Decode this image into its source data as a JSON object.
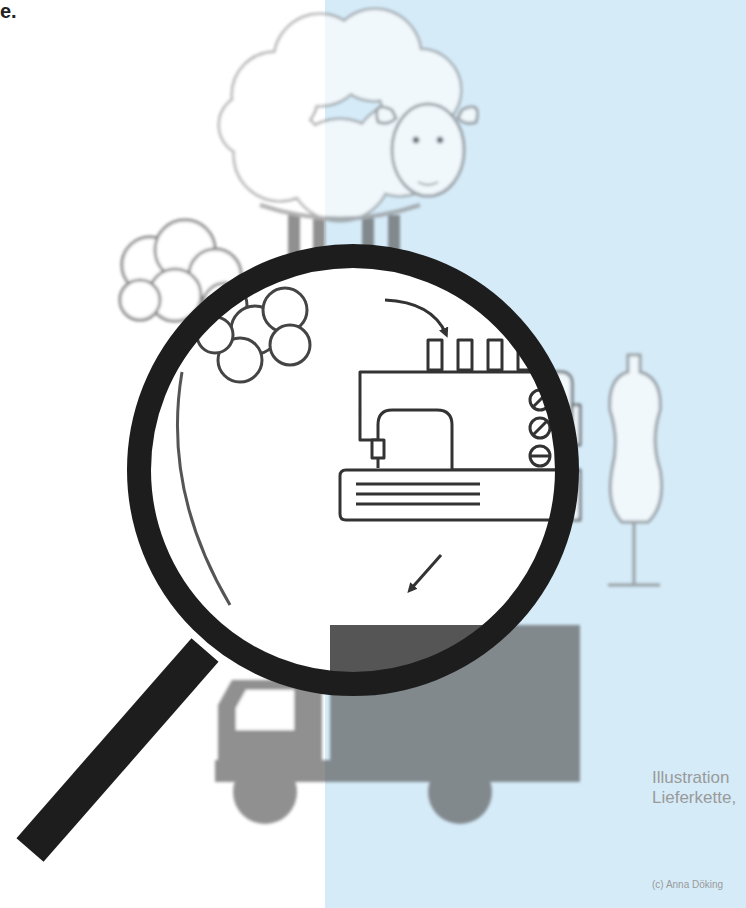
{
  "diagram": {
    "labels": [
      "e.",
      "Illustration Lieferkette,",
      "(c) Anna Döking"
    ]
  }
}
